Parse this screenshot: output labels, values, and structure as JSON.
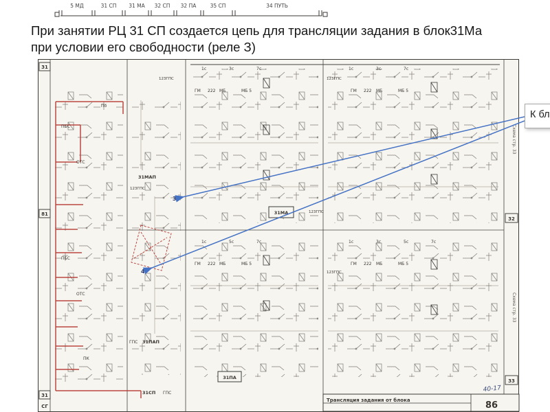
{
  "track": {
    "sections": [
      "5 МД",
      "31 СП",
      "31 МА",
      "32 СП",
      "32 ПА",
      "35 СП",
      "34 ПУТЬ"
    ]
  },
  "title": {
    "line1": "При занятии РЦ 31 СП создается цепь для трансляции задания в блок31Ма",
    "line2": "при условии его свободности (реле З)"
  },
  "callout": {
    "label": "К бл"
  },
  "rel": {
    "c1": "1с",
    "c3": "3с",
    "c5": "5с",
    "c7": "7с",
    "gm": "ГМ",
    "n222": "222",
    "mb": "МБ",
    "mb5": "МБ 5",
    "gps123": "123ГПС",
    "gps": "ГПС",
    "pbs": "ПБС",
    "ots": "ОТС",
    "pk": "ПК",
    "po": "По"
  },
  "blocks": {
    "map31": "31МАП",
    "pap31": "31ПАП",
    "sp31": "31СП",
    "pa31": "31ПА",
    "ma31": "31МА"
  },
  "margins": {
    "tl": "31",
    "ml": "81",
    "bl": "31",
    "bl2": "СГ",
    "tr": "32",
    "br": "33"
  },
  "side_note": "Схема стр. 33",
  "points": {
    "p3": "3",
    "p4": "4"
  },
  "footer": {
    "title": "Трансляция задания от блока",
    "page": "86",
    "note": "40-17"
  },
  "colors": {
    "red_path": "#b4342e",
    "arrow_blue": "#4472c4",
    "paper": "#f7f5f0"
  }
}
